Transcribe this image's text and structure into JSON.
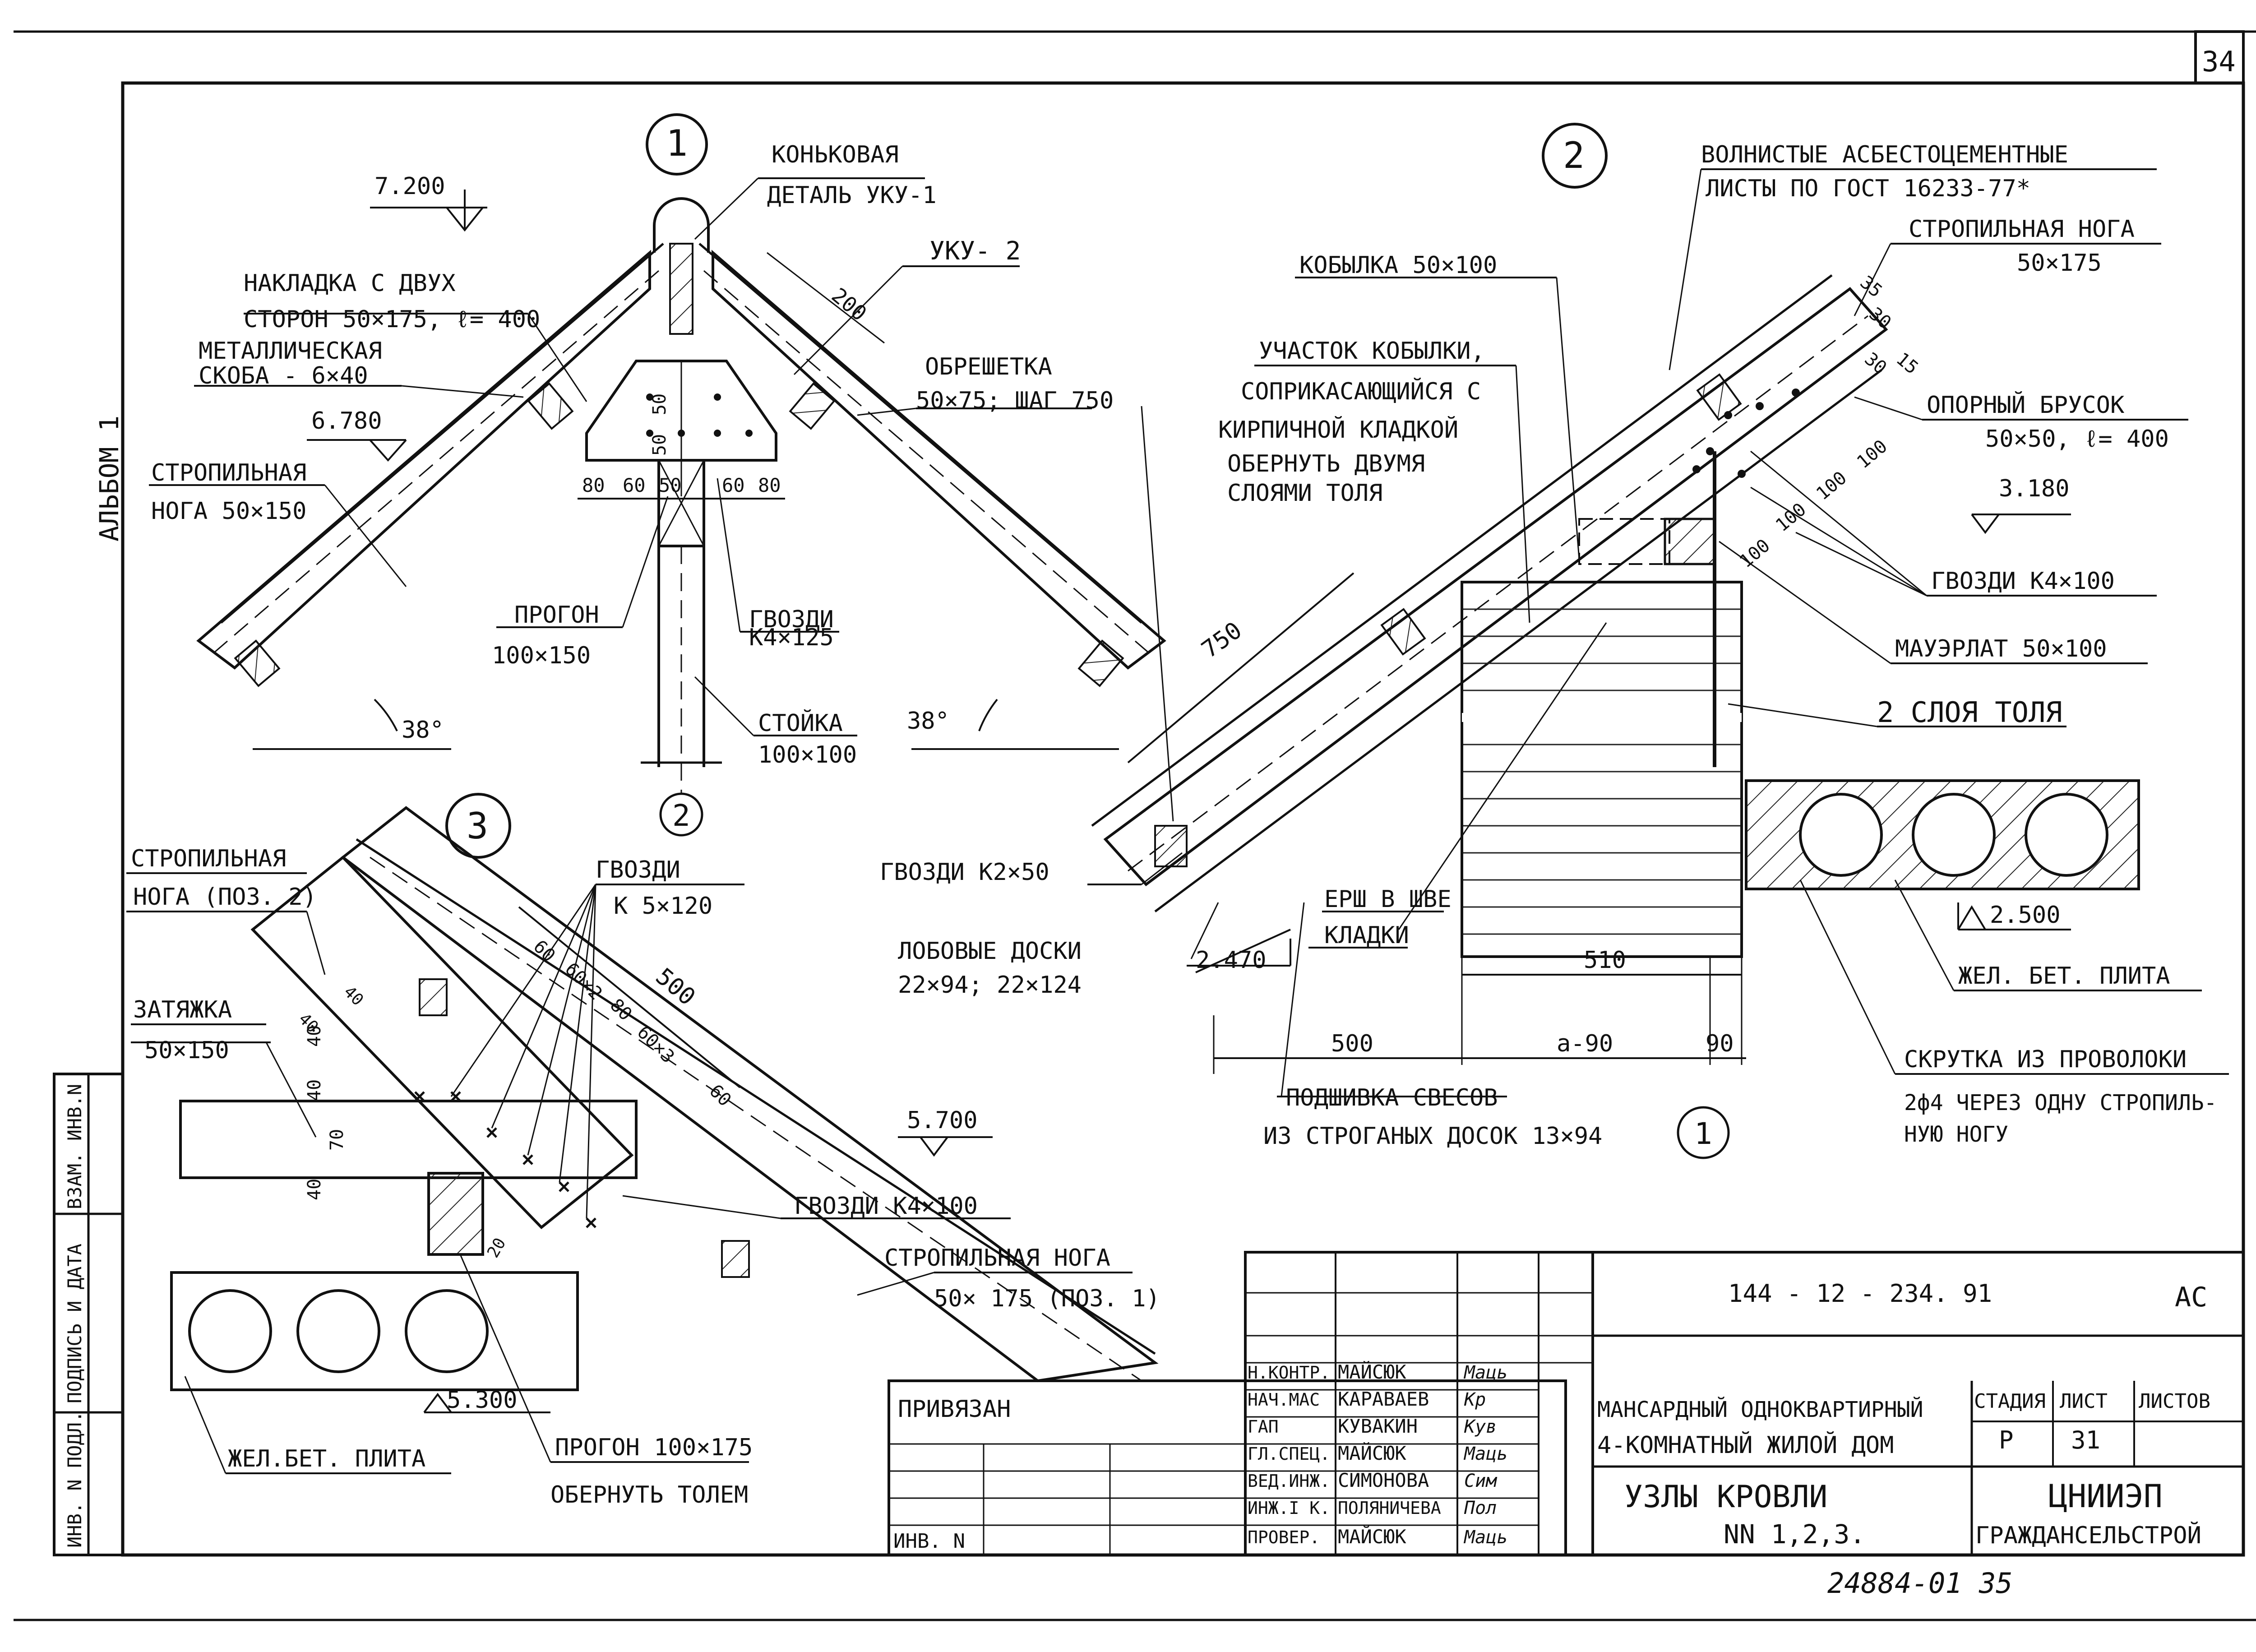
{
  "sheet_number": "34",
  "album": "АЛЬБОМ 1",
  "side_stamp": [
    "ИНВ. N ПОДЛ.",
    "ПОДПИСЬ И ДАТА",
    "ВЗАМ. ИНВ.N"
  ],
  "node1": {
    "marker": "1",
    "elev_top": "7.200",
    "elev_mid": "6.780",
    "ridge_label_1": "КОНЬКОВАЯ",
    "ridge_label_2": "ДЕТАЛЬ УКУ-1",
    "uku2": "УКУ- 2",
    "dim_200": "200",
    "plate_1": "НАКЛАДКА С ДВУХ",
    "plate_2": "СТОРОН 50×175, ℓ= 400",
    "clamp_1": "МЕТАЛЛИЧЕСКАЯ",
    "clamp_2": "СКОБА - 6×40",
    "lath_1": "ОБРЕШЕТКА",
    "lath_2": "50×75; ШАГ 750",
    "rafter_1": "СТРОПИЛЬНАЯ",
    "rafter_2": "НОГА 50×150",
    "purlin_1": "ПРОГОН",
    "purlin_2": "100×150",
    "nails_1": "ГВОЗДИ",
    "nails_2": "К4×125",
    "post_1": "СТОЙКА",
    "post_2": "100×100",
    "angle": "38°",
    "dims_row": [
      "80",
      "60",
      "50",
      "60",
      "80"
    ],
    "dim_50_a": "50",
    "dim_50_b": "50",
    "axis": "2"
  },
  "node2": {
    "marker": "2",
    "sheets_1": "ВОЛНИСТЫЕ АСБЕСТОЦЕМЕНТНЫЕ",
    "sheets_2": "ЛИСТЫ ПО ГОСТ 16233-77*",
    "rafter_1": "СТРОПИЛЬНАЯ НОГА",
    "rafter_2": "50×175",
    "kobylka": "КОБЫЛКА 50×100",
    "section_1": "УЧАСТОК КОБЫЛКИ,",
    "section_2": "СОПРИКАСАЮЩИЙСЯ С",
    "section_3": "КИРПИЧНОЙ КЛАДКОЙ",
    "section_4": "ОБЕРНУТЬ ДВУМЯ",
    "section_5": "СЛОЯМИ ТОЛЯ",
    "support_1": "ОПОРНЫЙ БРУСОК",
    "support_2": "50×50, ℓ= 400",
    "elev_3180": "3.180",
    "nails_k4": "ГВОЗДИ К4×100",
    "mauerlat": "МАУЭРЛАТ 50×100",
    "tol": "2 СЛОЯ ТОЛЯ",
    "dim_750": "750",
    "dims_small": [
      "35",
      "30",
      "30",
      "15"
    ],
    "dims_100": [
      "100",
      "100",
      "100",
      "100"
    ],
    "nails_k2": "ГВОЗДИ К2×50",
    "boards_1": "ЛОБОВЫЕ ДОСКИ",
    "boards_2": "22×94; 22×124",
    "elev_2470": "2.470",
    "ersh_1": "ЕРШ В ШВЕ",
    "ersh_2": "КЛАДКИ",
    "dim_510": "510",
    "dim_500": "500",
    "dim_a90": "a-90",
    "dim_90": "90",
    "hem_1": "ПОДШИВКА СВЕСОВ",
    "hem_2": "ИЗ СТРОГАНЫХ ДОСОК 13×94",
    "axis": "1",
    "elev_2500": "2.500",
    "slab": "ЖЕЛ. БЕТ. ПЛИТА",
    "wire_1": "СКРУТКА ИЗ ПРОВОЛОКИ",
    "wire_2": "2ф4 ЧЕРЕЗ ОДНУ СТРОПИЛЬ-",
    "wire_3": "НУЮ НОГУ"
  },
  "node3": {
    "marker": "3",
    "rafter_1": "СТРОПИЛЬНАЯ",
    "rafter_2": "НОГА (ПОЗ. 2)",
    "nails_1": "ГВОЗДИ",
    "nails_2": "К 5×120",
    "tie_1": "ЗАТЯЖКА",
    "tie_2": "50×150",
    "dims": [
      "40",
      "40",
      "40",
      "70",
      "60",
      "60×2",
      "80",
      "60×3",
      "60",
      "500",
      "40",
      "40",
      "20"
    ],
    "elev_5700": "5.700",
    "nails_k4": "ГВОЗДИ К4×100",
    "rafter_b_1": "СТРОПИЛЬНАЯ НОГА",
    "rafter_b_2": "50× 175 (ПОЗ. 1)",
    "elev_5300": "5.300",
    "slab": "ЖЕЛ.БЕТ. ПЛИТА",
    "purlin": "ПРОГОН 100×175",
    "wrap": "ОБЕРНУТЬ ТОЛЕМ"
  },
  "title_block": {
    "doc_code": "144 - 12 - 234. 91",
    "doc_type": "АС",
    "bound": "ПРИВЯЗАН",
    "inv": "ИНВ. N",
    "roles": [
      {
        "role": "Н.КОНТР.",
        "name": "МАЙСЮК",
        "sign": "Маць"
      },
      {
        "role": "НАЧ.МАС",
        "name": "КАРАВАЕВ",
        "sign": "Кр"
      },
      {
        "role": "ГАП",
        "name": "КУВАКИН",
        "sign": "Кув"
      },
      {
        "role": "ГЛ.СПЕЦ.",
        "name": "МАЙСЮК",
        "sign": "Маць"
      },
      {
        "role": "ВЕД.ИНЖ.",
        "name": "СИМОНОВА",
        "sign": "Сим"
      },
      {
        "role": "ИНЖ.I К.",
        "name": "ПОЛЯНИЧЕВА",
        "sign": "Пол"
      },
      {
        "role": "ПРОВЕР.",
        "name": "МАЙСЮК",
        "sign": "Маць"
      }
    ],
    "project_1": "МАНСАРДНЫЙ ОДНОКВАРТИРНЫЙ",
    "project_2": "4-КОМНАТНЫЙ ЖИЛОЙ ДОМ",
    "sheet_title_1": "УЗЛЫ КРОВЛИ",
    "sheet_title_2": "NN 1,2,3.",
    "col_stage": "СТАДИЯ",
    "col_sheet": "ЛИСТ",
    "col_sheets": "ЛИСТОВ",
    "stage": "Р",
    "sheet": "31",
    "sheets": "",
    "org_1": "ЦНИИЭП",
    "org_2": "ГРАЖДАНСЕЛЬСТРОЙ"
  },
  "footer_code": "24884-01   35"
}
